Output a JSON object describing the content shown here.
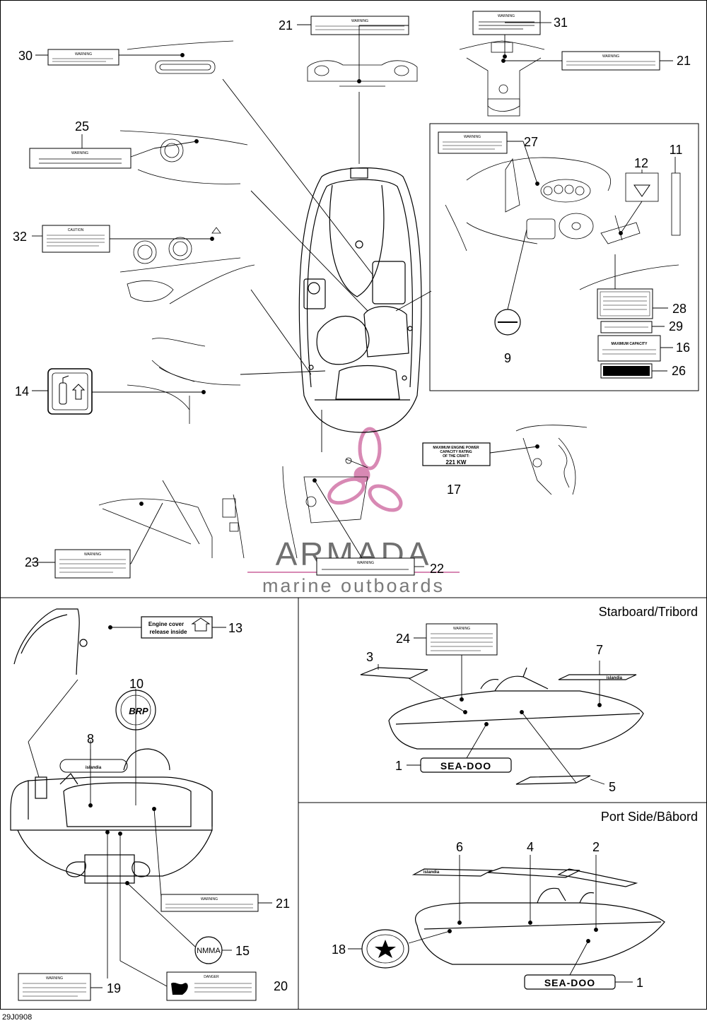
{
  "views": {
    "starboard_title": "Starboard/Tribord",
    "port_title": "Port Side/Bâbord"
  },
  "callouts": {
    "c1a": "1",
    "c1b": "1",
    "c2": "2",
    "c3": "3",
    "c4": "4",
    "c5": "5",
    "c6": "6",
    "c7": "7",
    "c8": "8",
    "c9": "9",
    "c10": "10",
    "c11": "11",
    "c12": "12",
    "c13": "13",
    "c14": "14",
    "c15": "15",
    "c16": "16",
    "c17": "17",
    "c18": "18",
    "c19": "19",
    "c20": "20",
    "c21a": "21",
    "c21b": "21",
    "c21c": "21",
    "c22": "22",
    "c23": "23",
    "c24": "24",
    "c25": "25",
    "c26": "26",
    "c27": "27",
    "c28": "28",
    "c29": "29",
    "c30": "30",
    "c31": "31",
    "c32": "32"
  },
  "labels": {
    "warning": "WARNING",
    "caution": "CAUTION",
    "danger": "DANGER",
    "engine_cover_line1": "Engine cover",
    "engine_cover_line2": "release inside",
    "max_power_line1": "MAXIMUM ENGINE POWER",
    "max_power_line2": "CAPACITY RATING",
    "max_power_line3": "OF THE CRAFT:",
    "max_power_value": "221 KW",
    "nmma": "NMMA",
    "brp": "BRP",
    "seadoo": "SEA-DOO",
    "islandia": "islandia",
    "max_capacity": "MAXIMUM CAPACITY"
  },
  "watermark": {
    "brand": "ARMADA",
    "tagline": "marine outboards",
    "color": "#d889b4"
  },
  "footer": {
    "drawing_code": "29J0908"
  }
}
